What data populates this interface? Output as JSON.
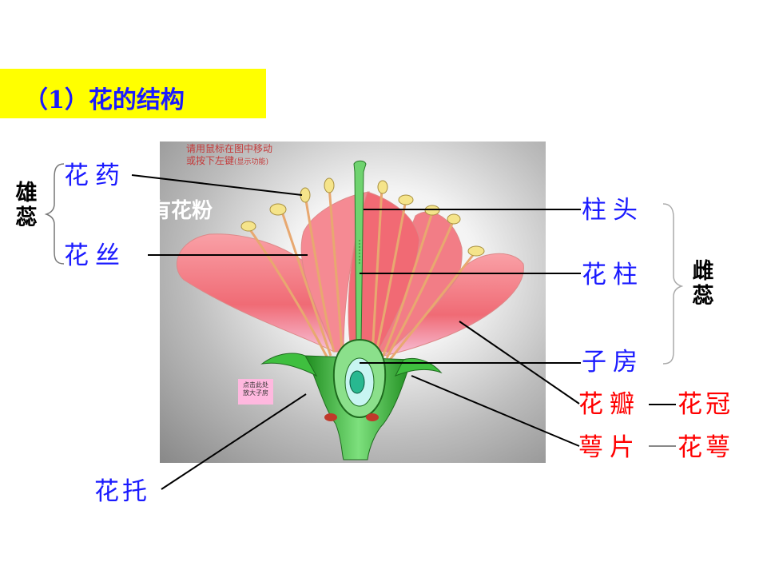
{
  "title": {
    "heading": "（1）花的结构",
    "highlight_color": "#ffff00",
    "text_color": "#1a1aff"
  },
  "image_panel": {
    "hint_line1": "请用鼠标在图中移动",
    "hint_line2": "或按下左键",
    "hint_small": "(显示功能)",
    "pollen_text": "有花粉",
    "zoom_button_line1": "点击此处",
    "zoom_button_line2": "放大子房"
  },
  "labels": {
    "stamen_vertical": "雄蕊",
    "anther": "花药",
    "filament": "花丝",
    "stigma": "柱头",
    "style": "花柱",
    "ovary": "子房",
    "pistil_vertical": "雌蕊",
    "petal": "花瓣",
    "corolla": "花冠",
    "sepal": "萼片",
    "calyx": "花萼",
    "receptacle": "花托"
  },
  "colors": {
    "label_blue": "#1a1aff",
    "label_red": "#ff0000",
    "petal": "#f4717a",
    "receptacle": "#3fbf3f"
  }
}
